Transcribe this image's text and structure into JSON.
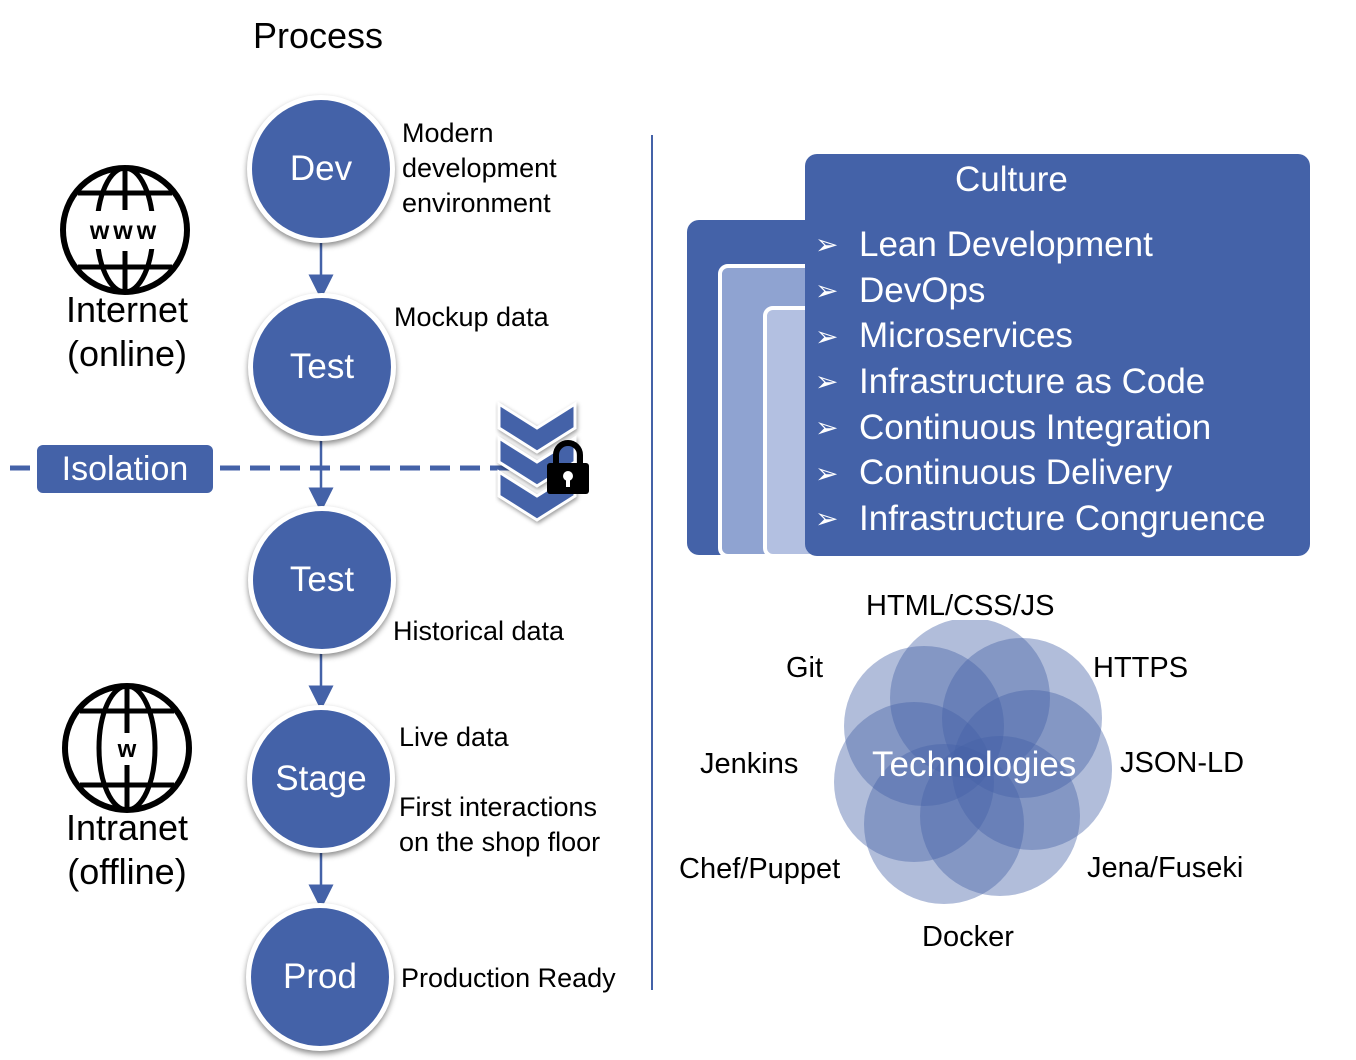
{
  "process": {
    "title": "Process",
    "stages": [
      {
        "label": "Dev",
        "note": "Modern\ndevelopment\nenvironment"
      },
      {
        "label": "Test",
        "note": "Mockup data"
      },
      {
        "label": "Test",
        "note": "Historical data"
      },
      {
        "label": "Stage",
        "note": "Live data",
        "note2": "First interactions\non the shop floor"
      },
      {
        "label": "Prod",
        "note": "Production Ready"
      }
    ]
  },
  "network": {
    "internet_icon_text": "www",
    "internet": "Internet\n(online)",
    "intranet_icon_text": "w",
    "intranet": "Intranet\n(offline)"
  },
  "isolation": {
    "label": "Isolation"
  },
  "culture": {
    "title": "Culture",
    "bullet": "➢",
    "items": [
      "Lean Development",
      "DevOps",
      "Microservices",
      "Infrastructure as Code",
      "Continuous Integration",
      "Continuous Delivery",
      "Infrastructure Congruence"
    ]
  },
  "technologies": {
    "center": "Technologies",
    "items": [
      "HTML/CSS/JS",
      "HTTPS",
      "JSON-LD",
      "Jena/Fuseki",
      "Docker",
      "Chef/Puppet",
      "Jenkins",
      "Git"
    ]
  },
  "colors": {
    "primary": "#4462a8",
    "light": "#8fa3d1",
    "lighter": "#b3c0e1"
  }
}
